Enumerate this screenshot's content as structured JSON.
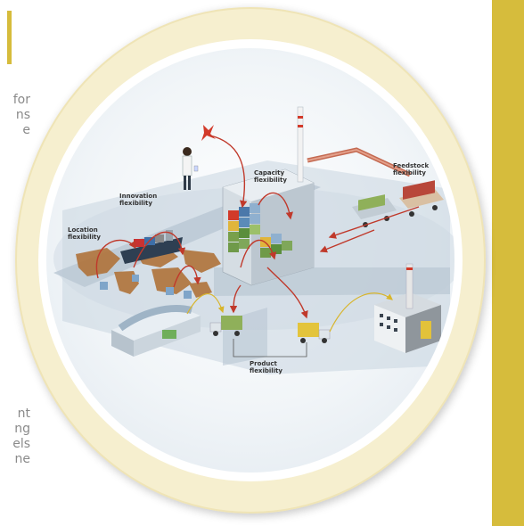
{
  "left_text_top": [
    "for",
    "ns",
    "e"
  ],
  "left_text_bottom": [
    "nt",
    "ng",
    "els",
    "ne"
  ],
  "labels": {
    "feedstock": [
      "Feedstock",
      "flexibility"
    ],
    "capacity": [
      "Capacity",
      "flexibility"
    ],
    "innovation": [
      "Innovation",
      "flexibility"
    ],
    "location": [
      "Location",
      "flexibility"
    ],
    "product": [
      "Product",
      "flexibility"
    ]
  },
  "colors": {
    "gold": "#d6bc3c",
    "ring": "#f6efcf",
    "arrow": "#c0392b",
    "arrow_yellow": "#e3c43c"
  }
}
